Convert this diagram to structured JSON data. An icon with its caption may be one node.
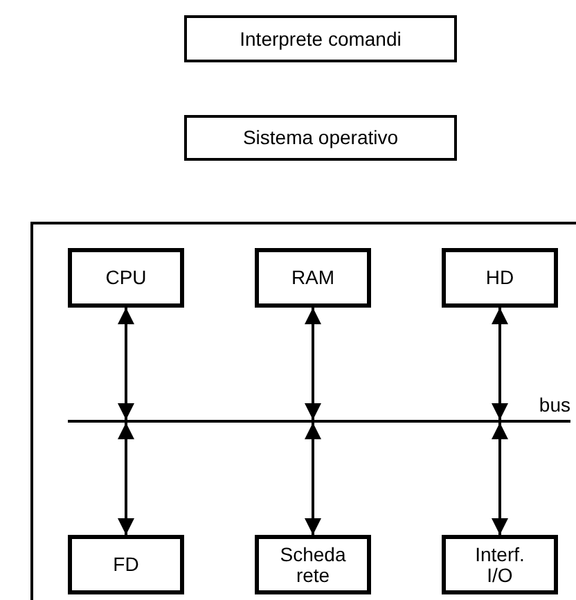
{
  "diagram": {
    "nodes": [
      {
        "text": [
          "Interprete comandi"
        ]
      },
      {
        "text": [
          "Sistema operativo"
        ]
      },
      {
        "text": [],
        "shape": "box"
      },
      {
        "text": [
          "CPU"
        ],
        "in": 2
      },
      {
        "text": [
          "RAM"
        ],
        "in": 2
      },
      {
        "text": [
          "HD"
        ],
        "in": 2
      },
      {
        "text": [],
        "shape": "bar",
        "in": 2,
        "beside": [
          "bus"
        ]
      },
      {
        "text": [
          "FD"
        ],
        "in": 2
      },
      {
        "text": [
          "Scheda rete"
        ],
        "in": 2
      },
      {
        "text": [
          "Interf. I/O"
        ],
        "in": 2
      }
    ],
    "edges": [
      {
        "from": 3,
        "to": 6,
        "arrow": "both"
      },
      {
        "from": 4,
        "to": 6,
        "arrow": "both"
      },
      {
        "from": 5,
        "to": 6,
        "arrow": "both"
      },
      {
        "from": 6,
        "to": 7,
        "arrow": "both"
      },
      {
        "from": 6,
        "to": 8,
        "arrow": "both"
      },
      {
        "from": 6,
        "to": 9,
        "arrow": "both"
      }
    ]
  }
}
